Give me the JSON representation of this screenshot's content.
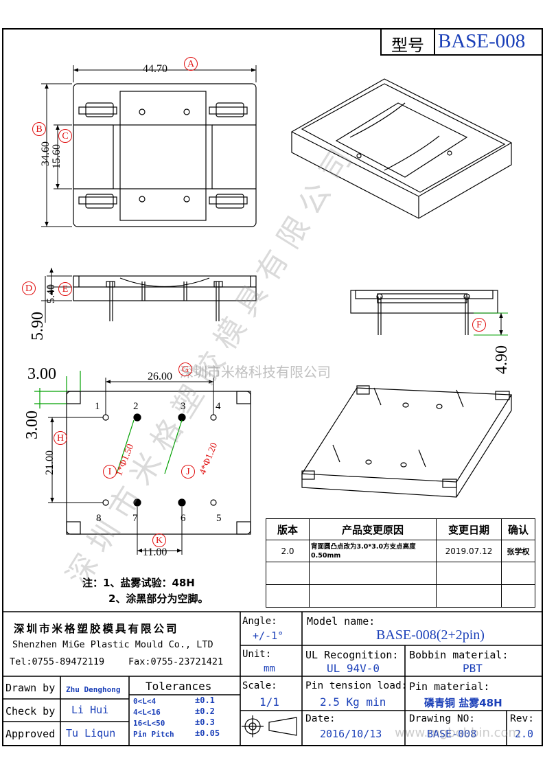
{
  "header": {
    "model_label": "型号",
    "model_value": "BASE-008"
  },
  "watermarks": {
    "diagonal": "深圳市米格塑胶模具有限公司",
    "horizontal": "深圳市米格科技有限公司",
    "url": "www.mgbobbin.com"
  },
  "dimensions": {
    "top_width": "44.70",
    "top_height": "34.60",
    "top_inner": "15.60",
    "side_h1": "5.40",
    "side_h2": "5.90",
    "pin_length": "4.90",
    "margin_x": "3.00",
    "margin_y": "3.00",
    "pitch_x": "26.00",
    "pitch_y": "21.00",
    "pitch_k": "11.00",
    "hole1": "1*Φ1.50",
    "hole2": "4*Φ1.20"
  },
  "markers": [
    "A",
    "B",
    "C",
    "D",
    "E",
    "F",
    "G",
    "H",
    "I",
    "J",
    "K"
  ],
  "pins": [
    "1",
    "2",
    "3",
    "4",
    "5",
    "6",
    "7",
    "8"
  ],
  "notes": {
    "line1": "注：1、盐雾试验：48H",
    "line2": "2、涂黑部分为空脚。"
  },
  "revision_table": {
    "headers": [
      "版本",
      "产品变更原因",
      "变更日期",
      "确认"
    ],
    "rows": [
      {
        "version": "2.0",
        "reason": "背面圆凸点改为3.0*3.0方支点高度0.50mm",
        "date": "2019.07.12",
        "confirm": "张学权"
      },
      {
        "version": "",
        "reason": "",
        "date": "",
        "confirm": ""
      },
      {
        "version": "",
        "reason": "",
        "date": "",
        "confirm": ""
      }
    ]
  },
  "title_block": {
    "company_cn": "深圳市米格塑胶模具有限公司",
    "company_en": "Shenzhen MiGe Plastic Mould Co., LTD",
    "tel": "Tel:0755-89472119",
    "fax": "Fax:0755-23721421",
    "angle_label": "Angle:",
    "angle_value": "+/-1°",
    "model_name_label": "Model name:",
    "model_name_value": "BASE-008(2+2pin)",
    "unit_label": "Unit:",
    "unit_value": "mm",
    "ul_label": "UL Recognition:",
    "ul_value": "UL 94V-0",
    "bobbin_label": "Bobbin material:",
    "bobbin_value": "PBT",
    "drawn_label": "Drawn by",
    "drawn_value": "Zhu Denghong",
    "check_label": "Check by",
    "check_value": "Li Hui",
    "approved_label": "Approved",
    "approved_value": "Tu Liqun",
    "tolerances_label": "Tolerances",
    "tolerances": [
      {
        "range": "0<L<4",
        "value": "±0.1"
      },
      {
        "range": "4<L<16",
        "value": "±0.2"
      },
      {
        "range": "16<L<50",
        "value": "±0.3"
      },
      {
        "range": "Pin Pitch",
        "value": "±0.05"
      }
    ],
    "scale_label": "Scale:",
    "scale_value": "1/1",
    "pin_tension_label": "Pin tension load:",
    "pin_tension_value": "2.5 Kg min",
    "pin_material_label": "Pin material:",
    "pin_material_value": "磷青铜  盐雾48H",
    "date_label": "Date:",
    "date_value": "2016/10/13",
    "drawing_no_label": "Drawing NO:",
    "drawing_no_value": "BASE-008",
    "rev_label": "Rev:",
    "rev_value": "2.0"
  }
}
